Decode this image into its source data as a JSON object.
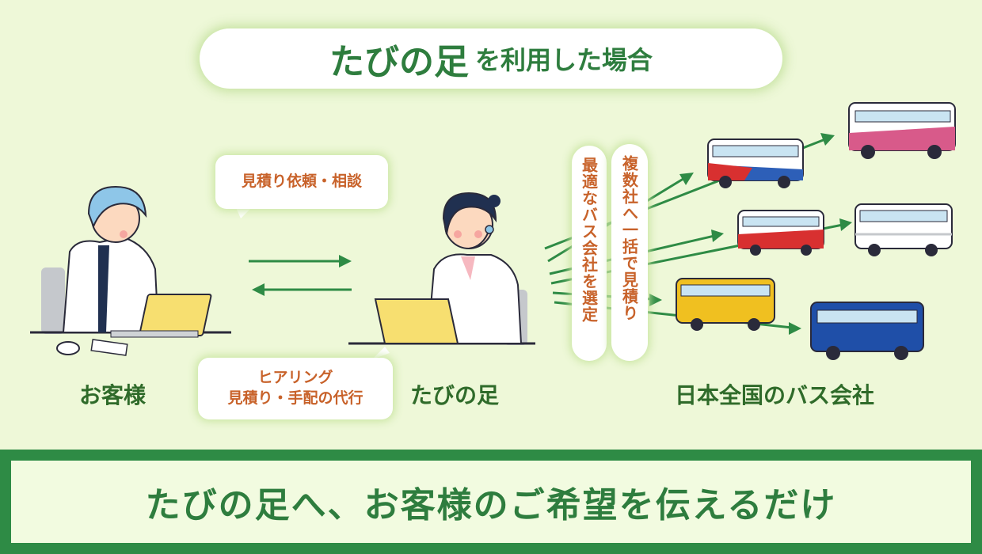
{
  "title": {
    "main": "たびの足",
    "sub": "を利用した場合"
  },
  "bubbles": {
    "request": "見積り依頼・相談",
    "hearing_line1": "ヒアリング",
    "hearing_line2": "見積り・手配の代行"
  },
  "vertical_notes": {
    "select": "最適なバス会社を選定",
    "bulk": "複数社へ一括で見積り"
  },
  "labels": {
    "customer": "お客様",
    "tabinoashi": "たびの足",
    "bus_companies": "日本全国のバス会社"
  },
  "banner": {
    "text": "たびの足へ、お客様のご希望を伝えるだけ"
  },
  "colors": {
    "background": "#eef8d8",
    "accent_green": "#2e7d3e",
    "text_orange": "#c8622a",
    "banner_green": "#2e8b45",
    "bus_colors": [
      "#d85a8a",
      "#2d5fb8",
      "#d83030",
      "#f0c020",
      "#1f4fa8",
      "#ffffff"
    ]
  },
  "icons": [
    "customer-illustration",
    "operator-illustration",
    "laptop-icon",
    "bus-icon",
    "arrow-icon"
  ]
}
